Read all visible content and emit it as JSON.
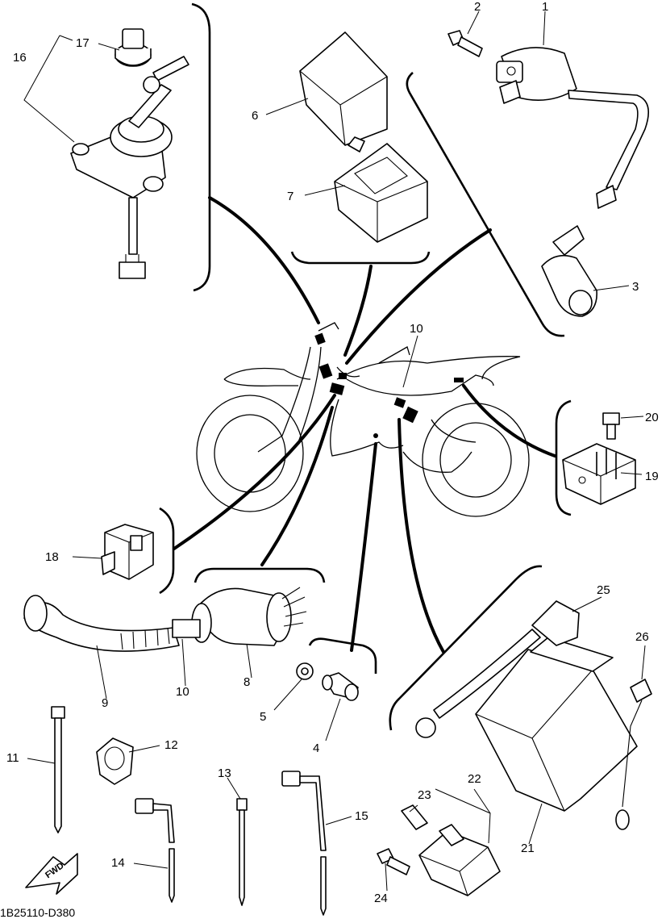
{
  "diagram": {
    "code": "1B25110-D380",
    "fwd_arrow": "FWD",
    "callouts": [
      {
        "id": "1",
        "part": "ignition-coil"
      },
      {
        "id": "2",
        "part": "coil-bolt"
      },
      {
        "id": "3",
        "part": "spark-plug-cap"
      },
      {
        "id": "4",
        "part": "neutral-switch"
      },
      {
        "id": "5",
        "part": "switch-washer"
      },
      {
        "id": "6",
        "part": "cdi-unit"
      },
      {
        "id": "7",
        "part": "cdi-cover"
      },
      {
        "id": "8",
        "part": "wire-holder"
      },
      {
        "id": "9",
        "part": "protector"
      },
      {
        "id": "10",
        "part": "wire-harness"
      },
      {
        "id": "11",
        "part": "cable-tie"
      },
      {
        "id": "12",
        "part": "clamp"
      },
      {
        "id": "13",
        "part": "band"
      },
      {
        "id": "14",
        "part": "lead-wire"
      },
      {
        "id": "15",
        "part": "lead-wire-long"
      },
      {
        "id": "16",
        "part": "main-switch-assy"
      },
      {
        "id": "17",
        "part": "key-cap"
      },
      {
        "id": "18",
        "part": "relay"
      },
      {
        "id": "19",
        "part": "rectifier-regulator"
      },
      {
        "id": "20",
        "part": "regulator-bolt"
      },
      {
        "id": "21",
        "part": "battery"
      },
      {
        "id": "22",
        "part": "fuse-holder"
      },
      {
        "id": "23",
        "part": "fuse"
      },
      {
        "id": "24",
        "part": "fuse-bolt"
      },
      {
        "id": "25",
        "part": "battery-positive-cap"
      },
      {
        "id": "26",
        "part": "battery-negative-lead"
      }
    ]
  }
}
